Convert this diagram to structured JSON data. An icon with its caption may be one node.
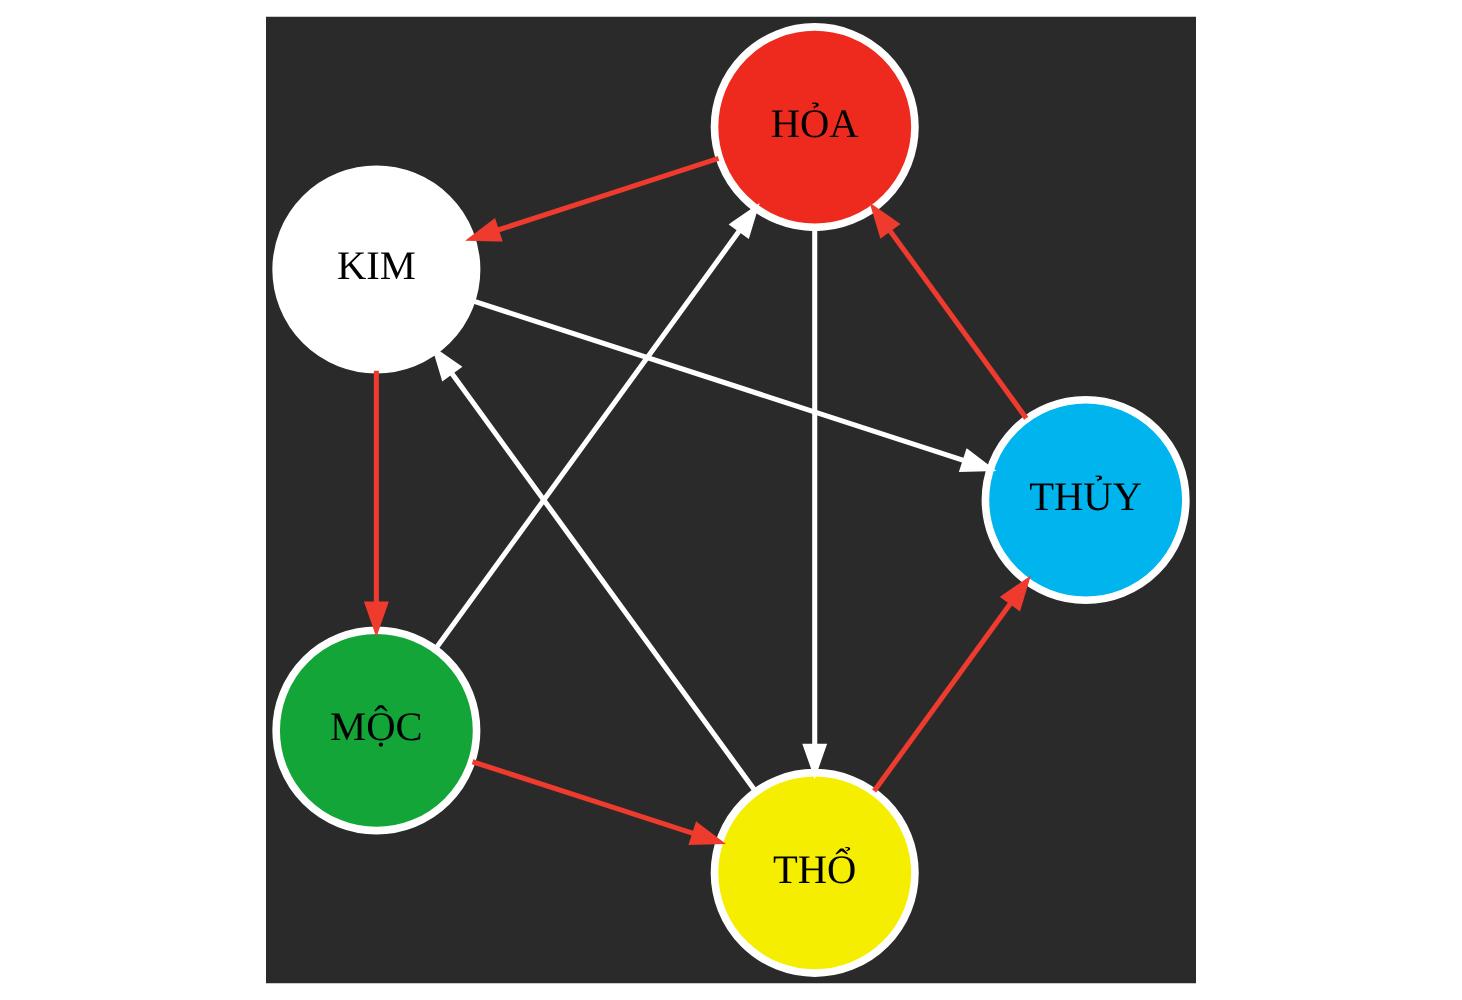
{
  "diagram": {
    "nodes": [
      {
        "text": [
          "THỔ"
        ]
      },
      {
        "text": [
          "HỎA"
        ]
      },
      {
        "text": [
          "KIM"
        ]
      },
      {
        "text": [
          "MỘC"
        ]
      },
      {
        "text": [
          "THỦY"
        ]
      }
    ],
    "edges": [
      {
        "from": 1,
        "to": 0,
        "arrow": "to",
        "color": "#ffffff"
      },
      {
        "from": 0,
        "to": 2,
        "arrow": "to",
        "color": "#ffffff"
      },
      {
        "from": 2,
        "to": 4,
        "arrow": "to",
        "color": "#ffffff"
      },
      {
        "from": 3,
        "to": 1,
        "arrow": "to",
        "color": "#ffffff"
      },
      {
        "from": 0,
        "to": 4,
        "arrow": "to"
      },
      {
        "from": 4,
        "to": 1,
        "arrow": "to"
      },
      {
        "from": 1,
        "to": 2,
        "arrow": "to"
      },
      {
        "from": 2,
        "to": 3,
        "arrow": "to"
      },
      {
        "from": 3,
        "to": 0,
        "arrow": "to"
      }
    ]
  }
}
